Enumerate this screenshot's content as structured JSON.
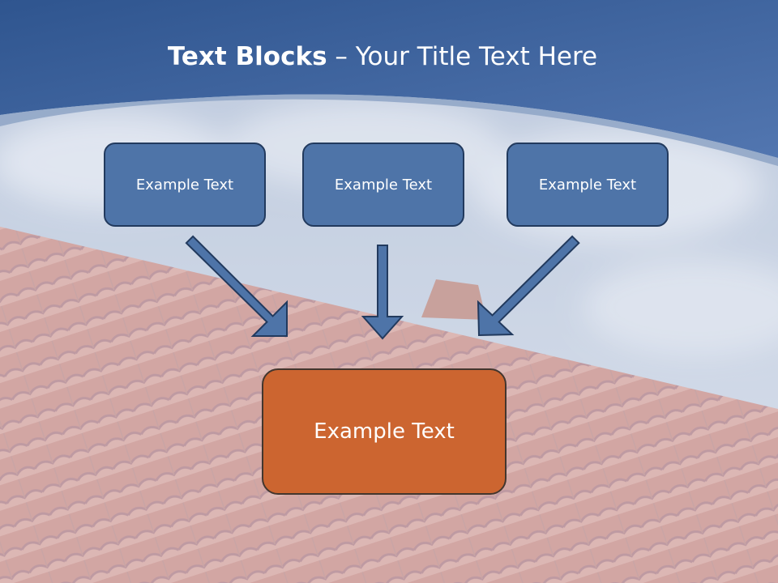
{
  "slide": {
    "title_bold": "Text Blocks",
    "title_dash": " – ",
    "title_rest": "Your Title Text Here",
    "boxes": [
      "Example Text",
      "Example Text",
      "Example Text"
    ],
    "target_box": "Example Text"
  },
  "colors": {
    "header_blue": "#3f65a0",
    "box_blue": "#4e74a8",
    "box_border": "#223a5e",
    "target_orange": "#cc6530",
    "tile_red": "#d9887a"
  }
}
